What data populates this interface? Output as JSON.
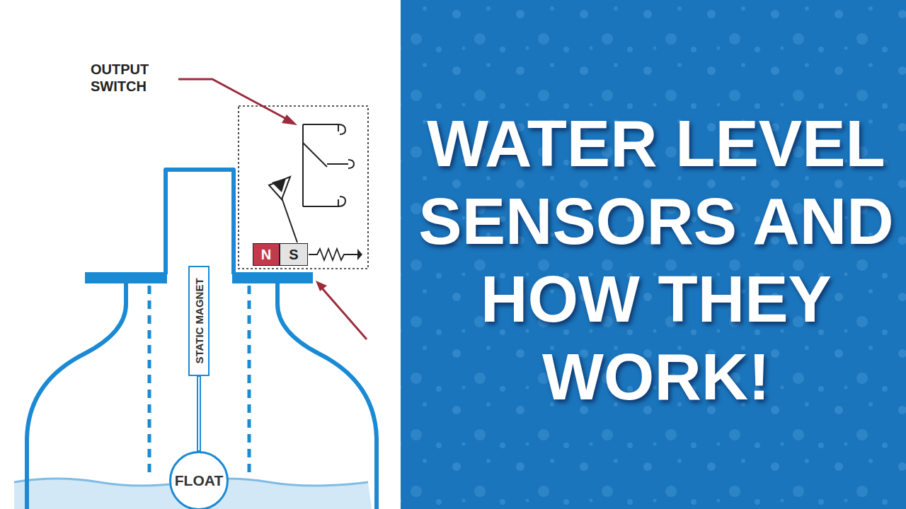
{
  "diagram": {
    "title": "WATER LEVEL SENSORS AND HOW THEY WORK!",
    "nodes": [
      {
        "text": [
          "STATIC MAGNET"
        ]
      },
      {
        "text": [
          "FLOAT"
        ]
      },
      {
        "text": [
          "N"
        ]
      },
      {
        "text": [
          "S"
        ]
      }
    ],
    "edges": [
      {
        "from": 1,
        "to": 0,
        "arrow": "none"
      }
    ],
    "labels": [
      "OUTPUT SWITCH"
    ]
  }
}
